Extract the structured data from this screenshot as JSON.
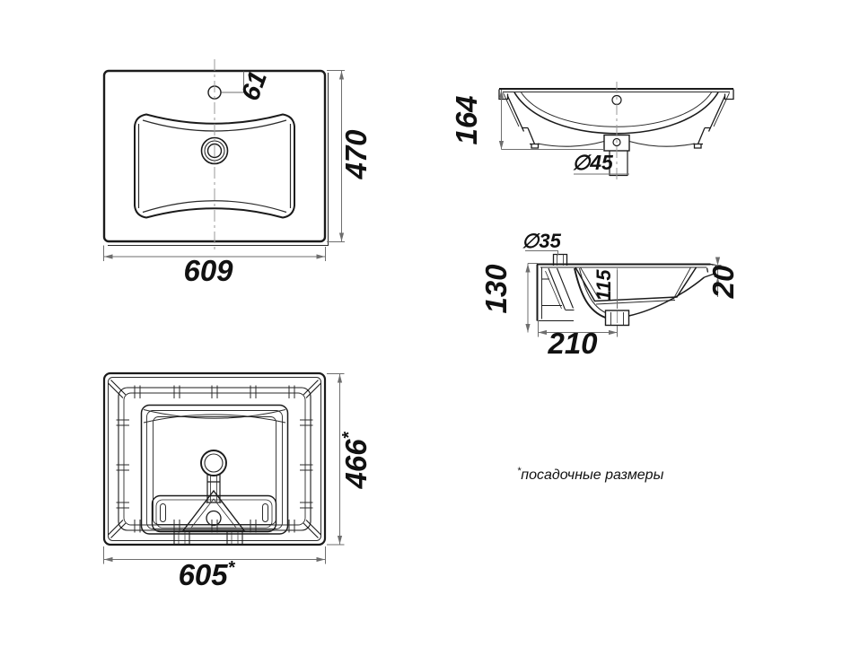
{
  "drawing_title": "washbasin-dimension-drawing",
  "dims": {
    "top": {
      "width": "609",
      "depth": "470",
      "faucet_offset": "61"
    },
    "front": {
      "height": "164",
      "drain_diameter": "∅45"
    },
    "side": {
      "faucet_diameter": "∅35",
      "height": "130",
      "bowl_depth": "115",
      "rim_height": "20",
      "drain_offset": "210"
    },
    "bottom": {
      "width": "605",
      "depth": "466",
      "approx_marker": "*"
    }
  },
  "footnote": {
    "marker": "*",
    "text": "посадочные размеры"
  },
  "colors": {
    "line": "#1b1b1b",
    "dimension_line": "#6e6e6e",
    "centerline": "#9a9a9a",
    "text": "#111111",
    "background": "#ffffff"
  }
}
